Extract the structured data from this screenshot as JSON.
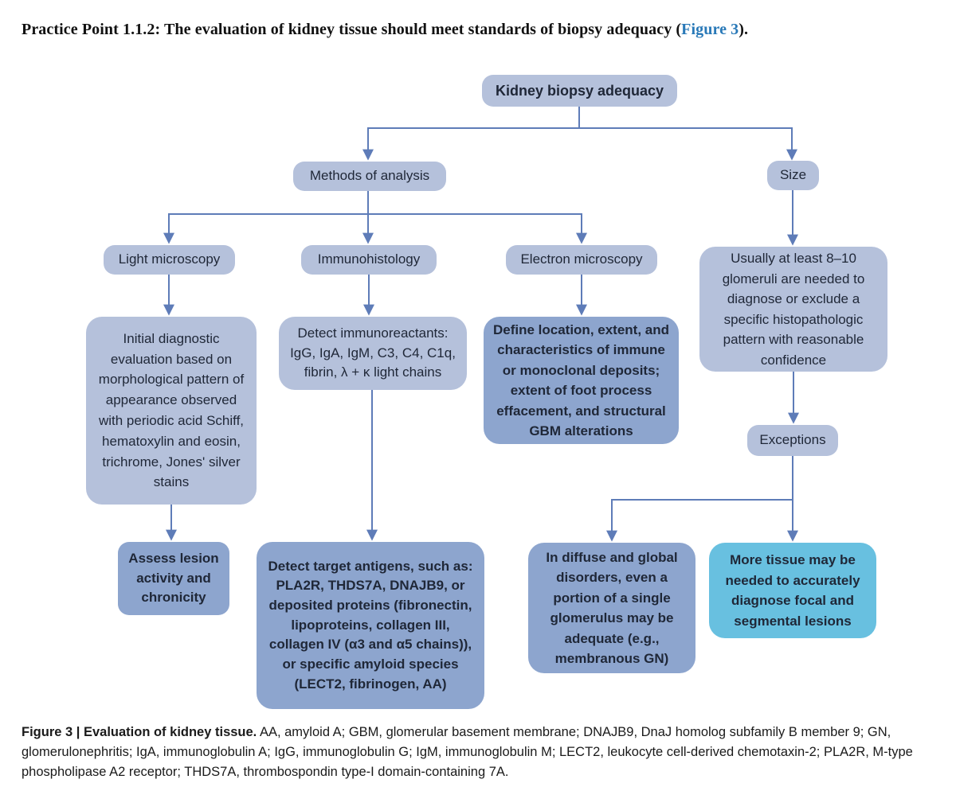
{
  "page": {
    "heading": {
      "prefix": "Practice Point 1.1.2: The evaluation of kidney tissue should meet standards of biopsy adequacy (",
      "link": "Figure 3",
      "suffix": ")."
    },
    "caption": {
      "bold": "Figure 3 | Evaluation of kidney tissue.",
      "text": " AA, amyloid A; GBM, glomerular basement membrane; DNAJB9, DnaJ homolog subfamily B member 9; GN, glomerulonephritis; IgA, immunoglobulin A; IgG, immunoglobulin G; IgM, immunoglobulin M; LECT2, leukocyte cell-derived chemotaxin-2; PLA2R, M-type phospholipase A2 receptor; THDS7A, thrombospondin type-I domain-containing 7A."
    }
  },
  "flowchart": {
    "nodes": {
      "root": {
        "label": "Kidney biopsy adequacy"
      },
      "methods": {
        "label": "Methods of analysis"
      },
      "size": {
        "label": "Size"
      },
      "light": {
        "label": "Light microscopy"
      },
      "immuno": {
        "label": "Immunohistology"
      },
      "electron": {
        "label": "Electron microscopy"
      },
      "light_detail": {
        "label": "Initial diagnostic evaluation based on morphological pattern of appearance observed with periodic acid Schiff, hematoxylin and eosin, trichrome, Jones' silver stains"
      },
      "immuno_detail": {
        "label": "Detect immunoreactants: IgG, IgA, IgM, C3, C4, C1q, fibrin, λ + κ light chains"
      },
      "electron_detail": {
        "label": "Define location, extent, and characteristics of immune or monoclonal deposits; extent of foot process effacement, and structural GBM alterations"
      },
      "size_detail": {
        "label": "Usually at least 8–10 glomeruli are needed to diagnose or exclude a specific histopathologic pattern with reasonable confidence"
      },
      "assess": {
        "label": "Assess lesion activity and chronicity"
      },
      "antigens": {
        "label": "Detect target antigens, such as: PLA2R, THDS7A, DNAJB9, or deposited proteins (fibronectin, lipoproteins, collagen III, collagen IV (α3 and α5 chains)), or specific amyloid species (LECT2, fibrinogen, AA)"
      },
      "exceptions": {
        "label": "Exceptions"
      },
      "diffuse": {
        "label": "In diffuse and global disorders, even a portion of a single glomerulus may be adequate (e.g., membranous GN)"
      },
      "more_tissue": {
        "label": "More tissue may be needed to accurately diagnose focal and segmental lesions"
      }
    },
    "colors": {
      "light_box": "#b5c1db",
      "medium_box": "#8da5ce",
      "cyan_box": "#68c0e0",
      "arrow": "#5e7cb8",
      "box_text": "#1f2737",
      "link_blue": "#2979b8"
    }
  }
}
